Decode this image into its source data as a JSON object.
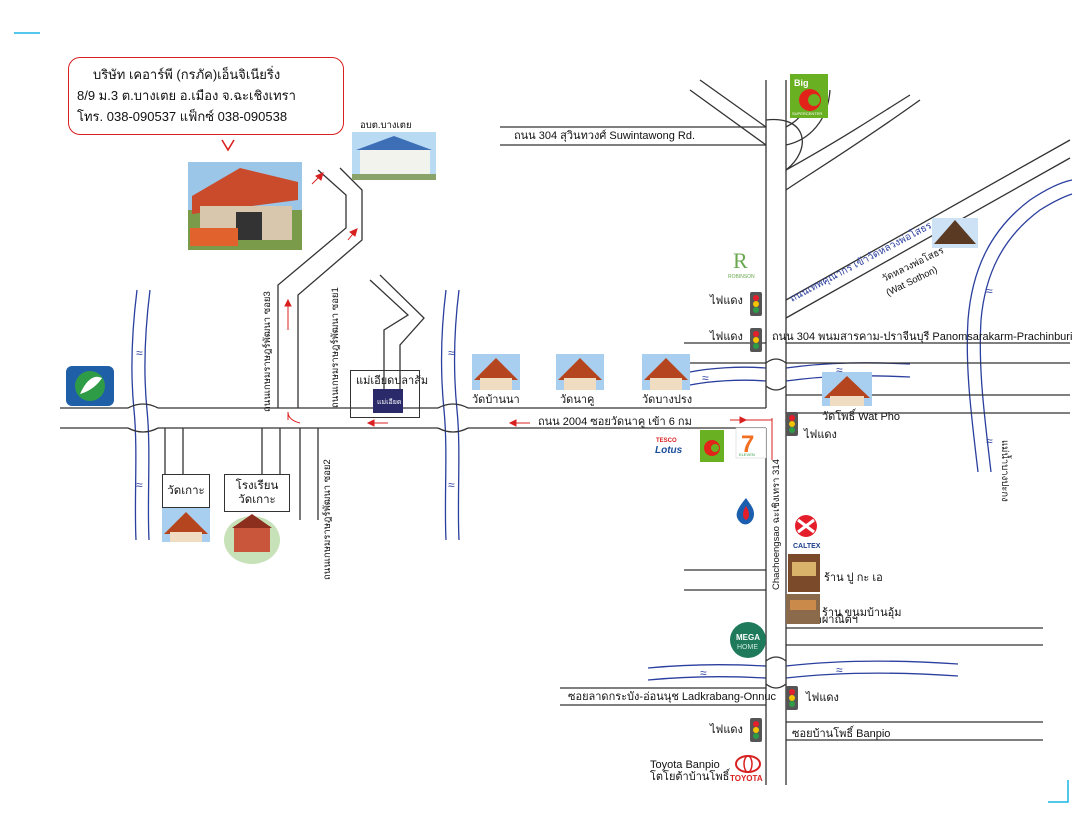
{
  "company": {
    "name": "บริษัท เคอาร์พี (กรภัค)เอ็นจิเนียริ่ง",
    "address": "8/9 ม.3 ต.บางเตย อ.เมือง จ.ฉะเชิงเทรา",
    "phone_fax": "โทร. 038-090537 แฟ็กซ์ 038-090538"
  },
  "labels": {
    "obt": "อบต.บางเตย",
    "road_304_top": "ถนน 304 สุวินทวงศ์ Suwintawong Rd.",
    "road_304_mid": "ถนน 304 พนมสารคาม-ปราจีนบุรี Panomsarakarm-Prachinburi",
    "road_2004": "ถนน 2004 ซอยวัดนาคู เข้า 6 กม",
    "soi3": "ถนนเกษมราษฎร์พัฒนา ซอย3",
    "soi1": "ถนนเกษมราษฎร์พัฒนา ซอย1",
    "soi2": "ถนนเกษมราษฎร์พัฒนา ซอย2",
    "chachoengsao_314": "Chachoengsao ฉะเชิงเทรา 314",
    "bypass": "ถนนเทพคุณากร เข้าวัดหลวงพ่อโสธร",
    "wat_sothon": "วัดหลวงพ่อโสธร",
    "wat_sothon_en": "(Wat Sothon)",
    "mae_iad": "แม่เอียดปลาส้ม",
    "mae_iad_logo": "แม่เอียด",
    "wat_ban_na": "วัดบ้านนา",
    "wat_na_khu": "วัดนาคู",
    "wat_bang_prong": "วัดบางปรง",
    "wat_pho": "วัดโพธิ์  Wat Pho",
    "wat_ko": "วัดเกาะ",
    "school_l1": "โรงเรียน",
    "school_l2": "วัดเกาะ",
    "traffic_light": "ไฟแดง",
    "shop_pu": "ร้าน ปู กะ เอ",
    "shop_khanom": "ร้าน ขนมบ้านอุ้ม",
    "soi_wat_phanit": "ซอยวัดผาณิตฯ",
    "soi_ladkrabang": "ซอยลาดกระบัง-อ่อนนุช Ladkrabang-Onnuc",
    "soi_banpho": "ซอยบ้านโพธิ์ Banpio",
    "toyota_l1": "Toyota Banpio",
    "toyota_l2": "โตโยต้าบ้านโพธิ์",
    "toyota_logo": "TOYOTA",
    "river_right": "แม่น้ำบางปะกง",
    "bigc_text": "Big",
    "bigc_sub": "SUPERCENTER",
    "robinson": "ROBINSON",
    "tesco_l1": "TESCO",
    "tesco_l2": "Lotus",
    "seven": "7",
    "seven_sub": "ELEVEN",
    "caltex": "CALTEX",
    "mega_l1": "MEGA",
    "mega_l2": "HOME",
    "river_mark": "≈"
  },
  "colors": {
    "road": "#333333",
    "river": "#2b3f9e",
    "highlight": "#d92020",
    "bigc_green": "#6ab023",
    "bigc_red": "#e2231a",
    "bangchak_blue": "#1f5fa8",
    "bangchak_green": "#2e9b47",
    "ptt_blue": "#1b5fae",
    "caltex_red": "#e41e2b",
    "mega_green": "#1f7a5c",
    "robinson_green": "#6aa84f",
    "seven_orange": "#f36f21",
    "cyan_mark": "#19b6e6"
  },
  "icons": [
    "bangchak-logo",
    "bigc-logo",
    "robinson-logo",
    "tesco-lotus-logo",
    "seven-eleven-logo",
    "ptt-logo",
    "caltex-logo",
    "megahome-logo",
    "toyota-logo",
    "traffic-light-icon",
    "temple-photo",
    "office-photo"
  ]
}
